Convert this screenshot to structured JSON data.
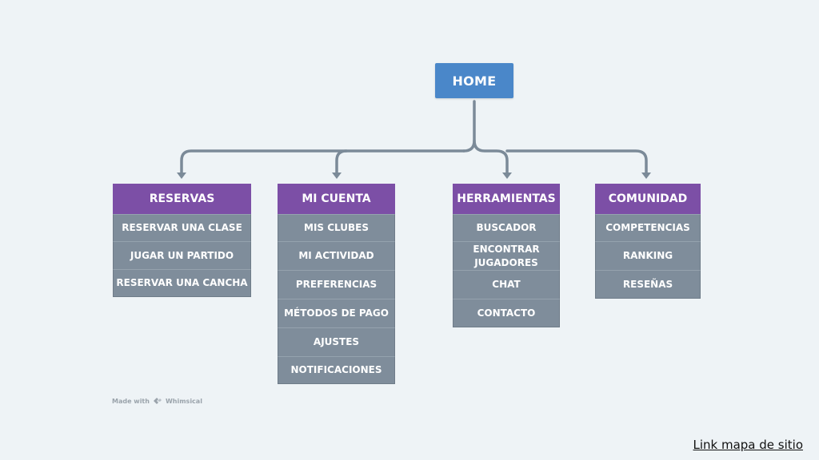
{
  "home": {
    "label": "HOME"
  },
  "sections": [
    {
      "title": "RESERVAS",
      "items": [
        "RESERVAR UNA CLASE",
        "JUGAR UN PARTIDO",
        "RESERVAR UNA CANCHA"
      ]
    },
    {
      "title": "MI CUENTA",
      "items": [
        "MIS CLUBES",
        "MI ACTIVIDAD",
        "PREFERENCIAS",
        "MÉTODOS DE PAGO",
        "AJUSTES",
        "NOTIFICACIONES"
      ]
    },
    {
      "title": "HERRAMIENTAS",
      "items": [
        "BUSCADOR",
        "ENCONTRAR JUGADORES",
        "CHAT",
        "CONTACTO"
      ]
    },
    {
      "title": "COMUNIDAD",
      "items": [
        "COMPETENCIAS",
        "RANKING",
        "RESEÑAS"
      ]
    }
  ],
  "watermark": {
    "made_with": "Made with",
    "brand": "Whimsical"
  },
  "footer": {
    "link_label": "Link mapa de sitio"
  },
  "colors": {
    "home": "#4a87c9",
    "section_header": "#7c4fa6",
    "item": "#7f8d9b",
    "connector": "#7b8a98",
    "background": "#eef3f6"
  }
}
